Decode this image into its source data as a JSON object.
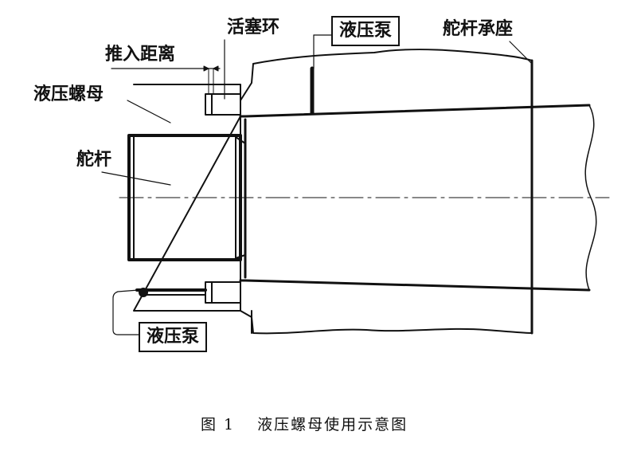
{
  "labels": {
    "piston_ring": "活塞环",
    "hydraulic_pump_top": "液压泵",
    "rudder_stock_bearing": "舵杆承座",
    "push_in_distance": "推入距离",
    "hydraulic_nut": "液压螺母",
    "rudder_stock": "舵杆",
    "hydraulic_pump_bottom": "液压泵"
  },
  "caption": {
    "figure_number": "图 1",
    "title": "液压螺母使用示意图"
  }
}
